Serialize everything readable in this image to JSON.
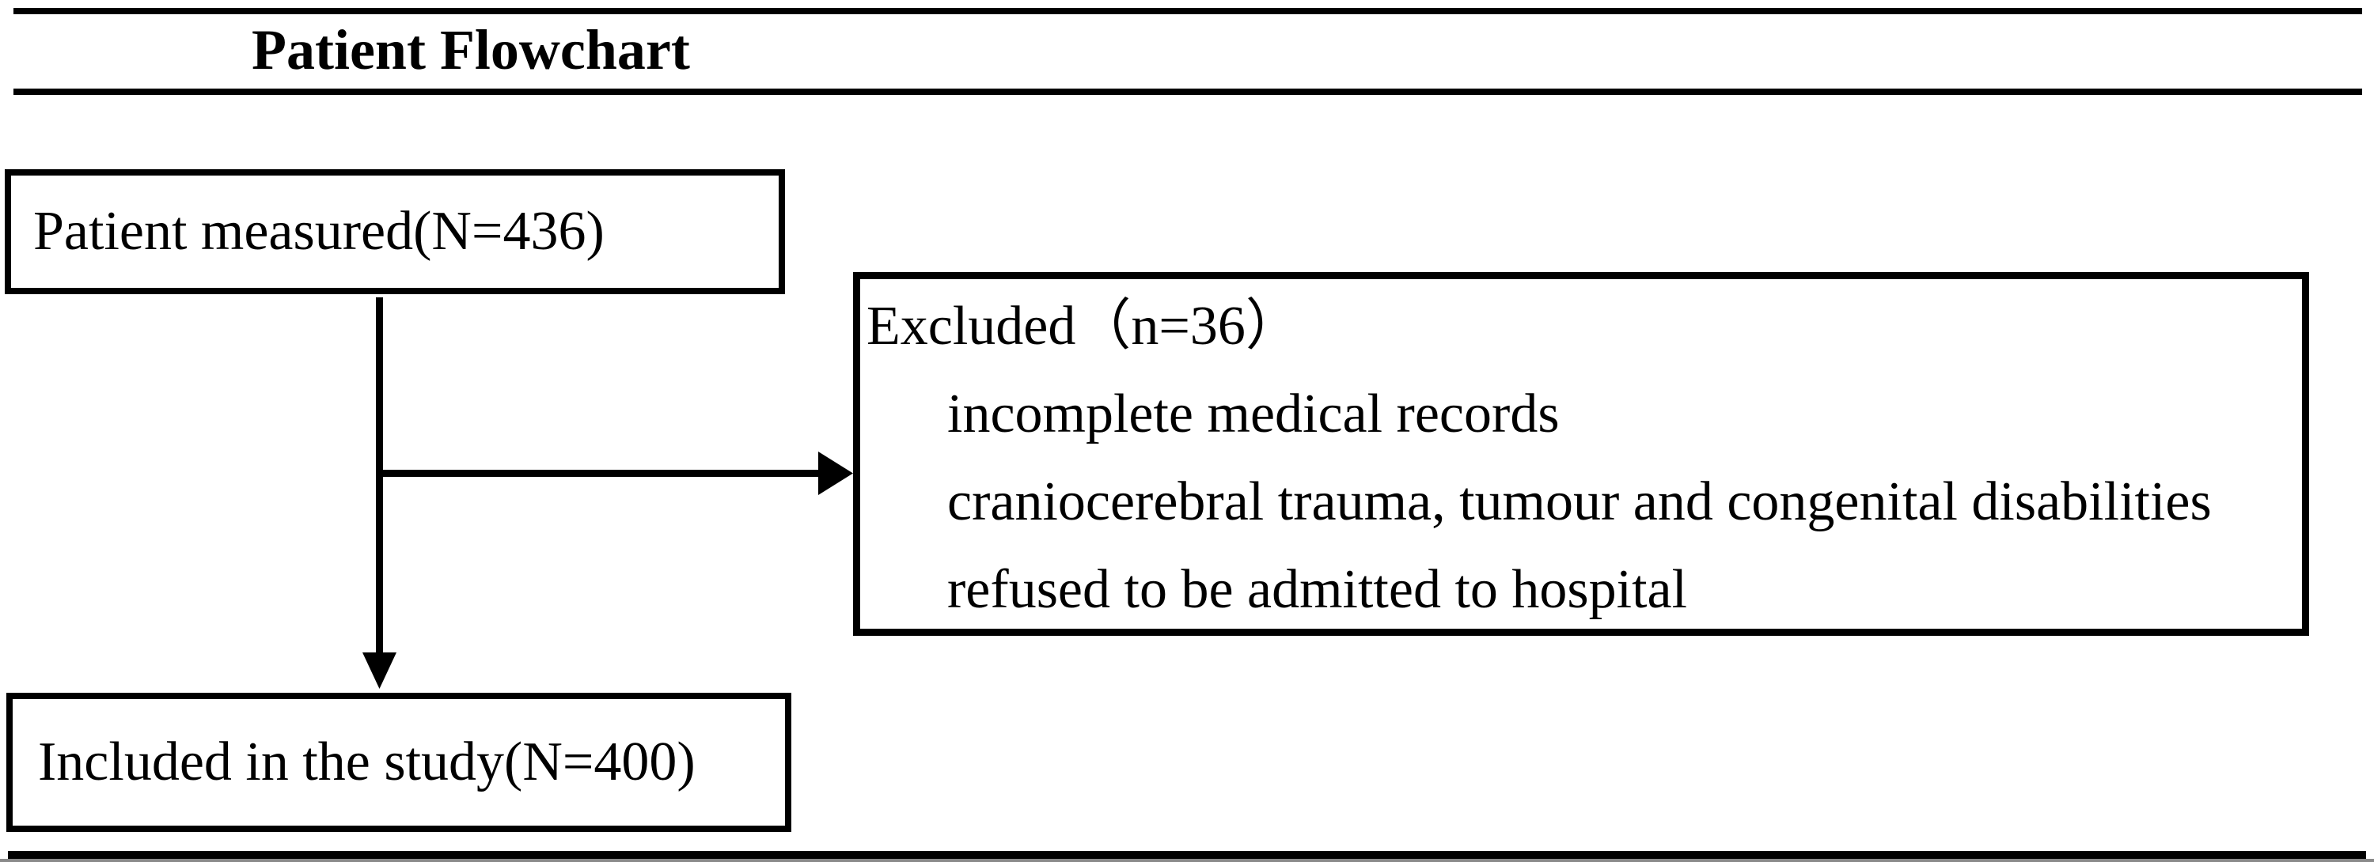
{
  "figure": {
    "title": "Patient Flowchart",
    "boxes": {
      "measured": {
        "label": "Patient measured(N=436)"
      },
      "excluded": {
        "heading": "Excluded（n=36）",
        "reasons": [
          "incomplete medical records",
          "craniocerebral trauma, tumour and congenital disabilities",
          "refused to be admitted to hospital"
        ]
      },
      "included": {
        "label": "Included in the study(N=400)"
      }
    },
    "colors": {
      "line": "#000000",
      "background": "#ffffff"
    }
  }
}
